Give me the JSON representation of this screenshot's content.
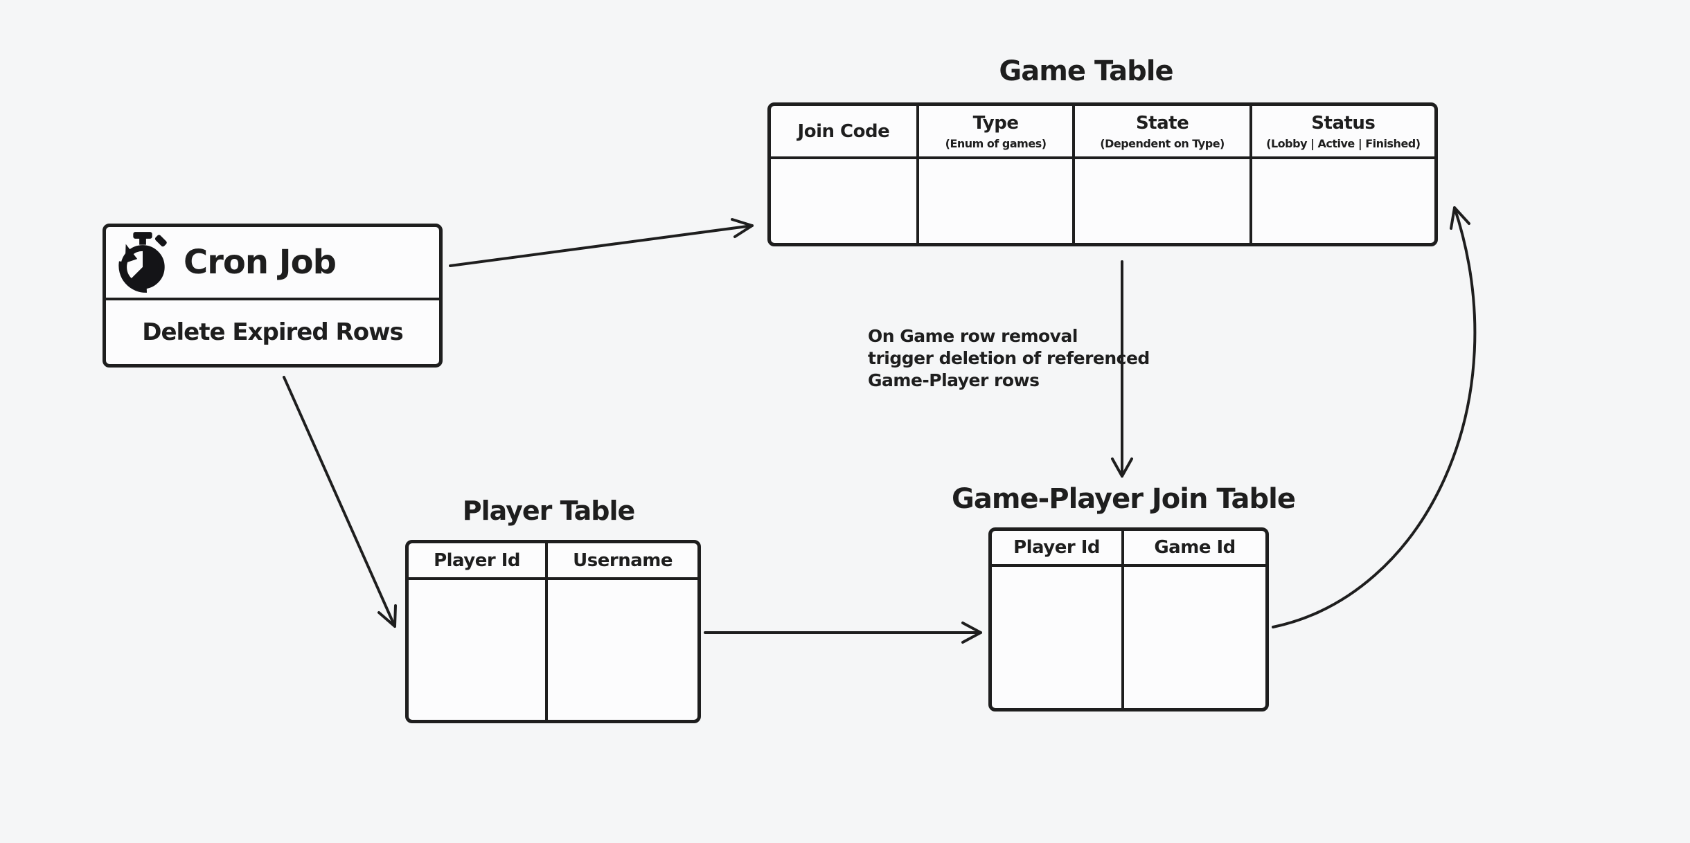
{
  "diagram": {
    "background_color": "#f5f6f7",
    "ink_color": "#1e1e1e"
  },
  "cron": {
    "title": "Cron Job",
    "action": "Delete Expired Rows",
    "icon": "stopwatch-reset-icon"
  },
  "tables": {
    "game": {
      "title": "Game Table",
      "columns": [
        {
          "label": "Join Code",
          "note": ""
        },
        {
          "label": "Type",
          "note": "(Enum of games)"
        },
        {
          "label": "State",
          "note": "(Dependent on Type)"
        },
        {
          "label": "Status",
          "note": "(Lobby | Active | Finished)"
        }
      ]
    },
    "player": {
      "title": "Player Table",
      "columns": [
        {
          "label": "Player Id"
        },
        {
          "label": "Username"
        }
      ]
    },
    "game_player": {
      "title": "Game-Player Join Table",
      "columns": [
        {
          "label": "Player Id"
        },
        {
          "label": "Game Id"
        }
      ]
    }
  },
  "annotation": "On Game row removal\ntrigger deletion of referenced\nGame-Player rows"
}
